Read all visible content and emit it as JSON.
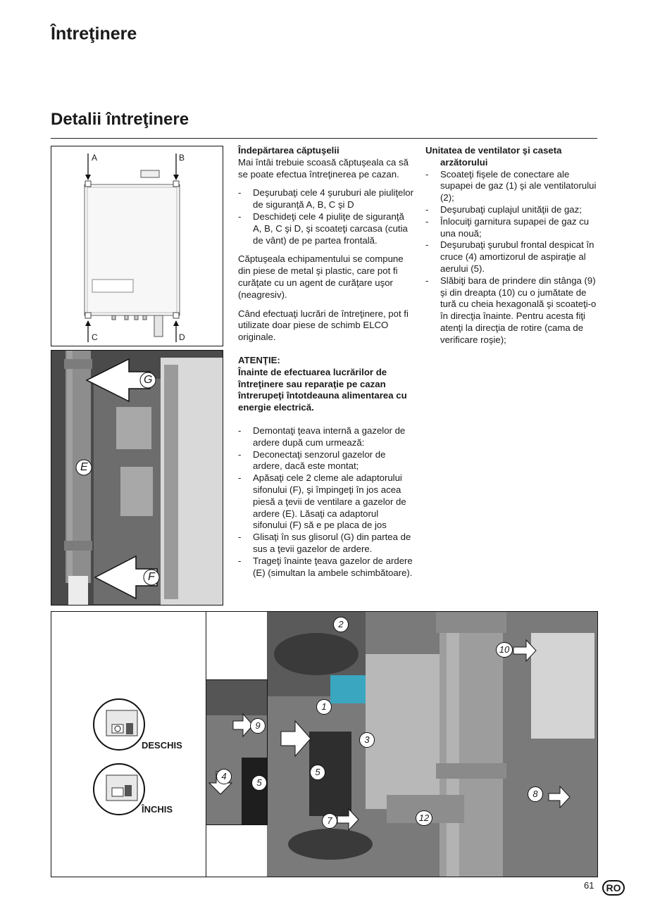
{
  "header": {
    "title": "Întreţinere",
    "section_title": "Detalii întreţinere"
  },
  "column_mid": {
    "heading": "Îndepărtarea căptuşelii",
    "intro": "Mai întâi trebuie scoasă căptuşeala ca să se poate efectua întreţinerea pe cazan.",
    "steps1": [
      "Deşurubaţi cele 4 şuruburi ale piuliţelor de siguranţă A, B, C şi D",
      "Deschideţi cele 4 piuliţe de siguranţă A, B, C şi D, şi scoateţi carcasa (cutia de vânt) de pe partea frontală."
    ],
    "para1": "Căptuşeala echipamentului se compune din piese de metal şi plastic, care pot fi curăţate cu un agent de curăţare uşor (neagresiv).",
    "para2": "Când efectuaţi lucrări de întreţinere, pot fi utilizate doar piese de schimb ELCO originale.",
    "warning_label": "ATENŢIE:",
    "warning_text": "Înainte de efectuarea lucrărilor de întreţinere sau reparaţie pe cazan întrerupeţi întotdeauna alimentarea cu energie electrică.",
    "steps2": [
      "Demontaţi ţeava internă a gazelor de ardere după cum urmează:",
      "Deconectaţi senzorul gazelor de ardere, dacă este montat;",
      "Apăsaţi cele 2 cleme ale adaptorului sifonului (F), şi împingeţi în jos acea piesă a ţevii de ventilare a gazelor de ardere (E). Lăsaţi ca adaptorul sifonului (F) să e pe placa de jos",
      "Glisaţi în sus glisorul (G) din partea de sus a ţevii gazelor de ardere.",
      "Trageţi înainte ţeava gazelor de ardere (E)  (simultan la ambele schimbătoare)."
    ]
  },
  "column_right": {
    "heading_line1": "Unitatea de ventilator şi caseta",
    "heading_line2": "arzătorului",
    "steps": [
      "Scoateţi fişele de conectare ale supapei de gaz (1) şi ale ventilatorului (2);",
      "Deşurubaţi cuplajul unităţii de gaz;",
      "Înlocuiţi garnitura supapei de gaz cu una nouă;",
      "Deşurubaţi şurubul frontal despicat în cruce (4) amortizorul de aspiraţie al aerului (5).",
      "Slăbiţi bara de prindere din stânga (9) şi din dreapta (10) cu o jumătate de tură cu cheia hexagonală şi scoateţi-o în direcţia înainte. Pentru acesta fiţi atenţi la direcţia de rotire (cama de verificare roşie);"
    ]
  },
  "figure1": {
    "labels": {
      "a": "A",
      "b": "B",
      "c": "C",
      "d": "D"
    }
  },
  "figure2": {
    "labels": {
      "g": "G",
      "e": "E",
      "f": "F"
    }
  },
  "figure3": {
    "open_label": "DESCHIS",
    "closed_label": "ÎNCHIS",
    "callouts": {
      "n1": "1",
      "n2": "2",
      "n3": "3",
      "n4": "4",
      "n5a": "5",
      "n5b": "5",
      "n7": "7",
      "n8": "8",
      "n9": "9",
      "n10": "10",
      "n12": "12"
    }
  },
  "footer": {
    "page_number": "61",
    "language": "RO"
  }
}
